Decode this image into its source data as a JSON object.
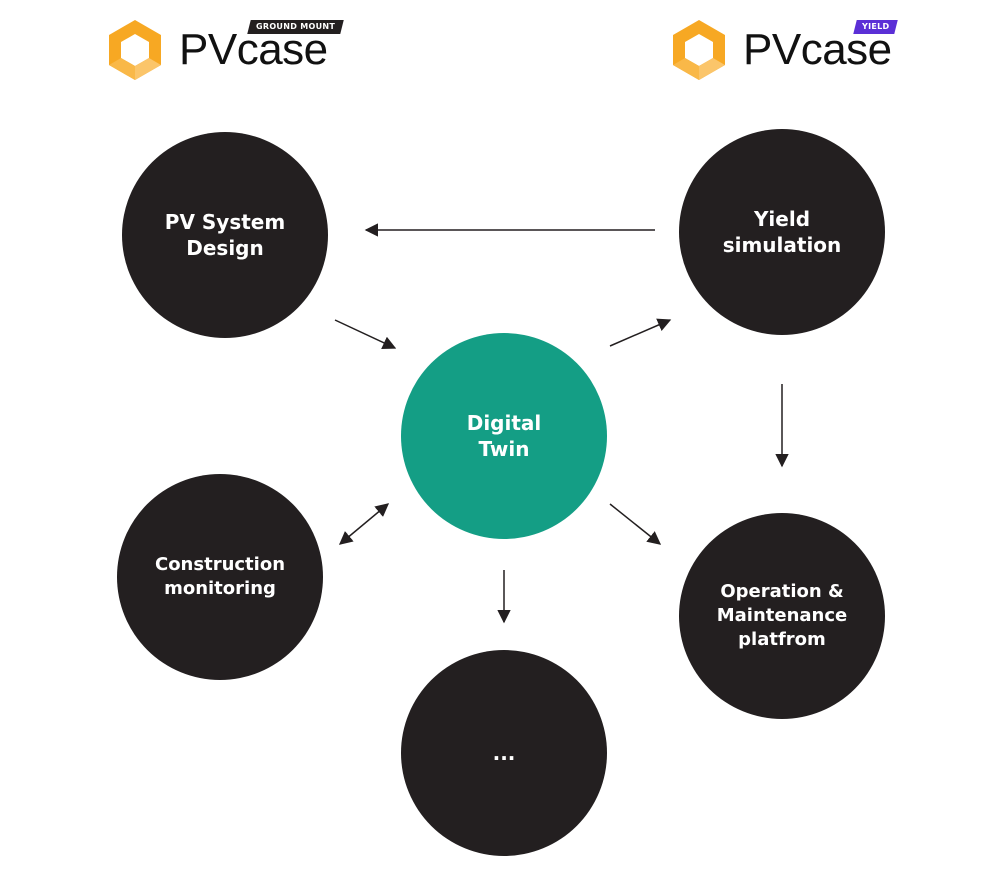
{
  "logos": [
    {
      "brand_pv": "PV",
      "brand_case": "case",
      "badge": "GROUND MOUNT",
      "badge_color": "#231f20",
      "icon_color": "#f7a823"
    },
    {
      "brand_pv": "PV",
      "brand_case": "case",
      "badge": "YIELD",
      "badge_color": "#5b2fd6",
      "icon_color": "#f7a823"
    }
  ],
  "nodes": {
    "pv_system_design": "PV System\nDesign",
    "yield_simulation": "Yield\nsimulation",
    "digital_twin": "Digital\nTwin",
    "construction_monitoring": "Construction\nmonitoring",
    "operation_maintenance": "Operation &\nMaintenance\nplatfrom",
    "more": "..."
  },
  "colors": {
    "node_dark": "#231f20",
    "node_center": "#149e85",
    "arrow": "#231f20"
  },
  "edges": [
    {
      "from": "yield_simulation",
      "to": "pv_system_design",
      "style": "arrow"
    },
    {
      "from": "pv_system_design",
      "to": "digital_twin",
      "style": "arrow"
    },
    {
      "from": "digital_twin",
      "to": "yield_simulation",
      "style": "arrow"
    },
    {
      "from": "yield_simulation",
      "to": "operation_maintenance",
      "style": "arrow"
    },
    {
      "from": "digital_twin",
      "to": "construction_monitoring",
      "style": "double-arrow"
    },
    {
      "from": "digital_twin",
      "to": "operation_maintenance",
      "style": "arrow"
    },
    {
      "from": "digital_twin",
      "to": "more",
      "style": "arrow"
    }
  ]
}
